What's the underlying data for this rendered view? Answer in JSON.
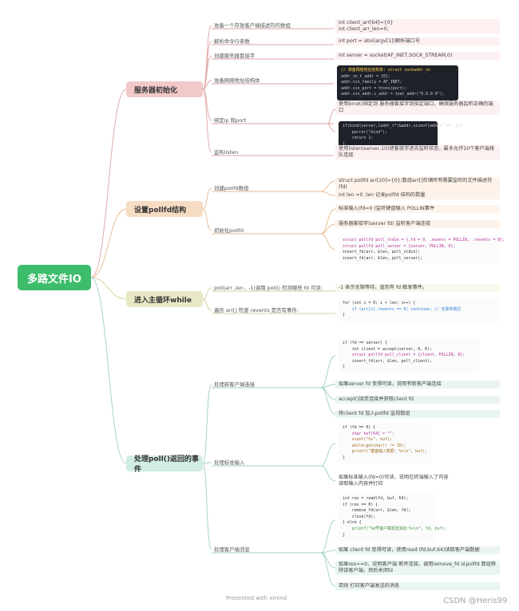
{
  "root": {
    "label": "多路文件IO"
  },
  "sections": {
    "s1": {
      "label": "服务器初始化",
      "items": {
        "arr": {
          "label": "准备一个存放客户端描述符的数组",
          "leaf": "int client_arr[64]={0}\nint client_arr_len=0;"
        },
        "args": {
          "label": "解析命令行参数",
          "leaf": "int port = atoi(argv[1])解析端口号"
        },
        "sock": {
          "label": "创建服务器套接字",
          "leaf": "int server = socket(AF_INET,SOCK_STREAM,0)"
        },
        "addr": {
          "label": "准备网络地址结构体",
          "code_comment": "// 准备网络地址结构体: struct sockaddr_in",
          "code_lines": [
            "addr_in_t addr = {0};",
            "addr.sin_family = AF_INET;",
            "addr.sin_port = htons(port);",
            "addr.sin_addr.s_addr = inet_addr(\"0.0.0.0\");"
          ]
        },
        "bind": {
          "label": "绑定ip 和port",
          "leaf": "使用bind()绑定到 服务器套接字到指定端口，确保服务器监听正确的端口",
          "code_lines": [
            "if(bind(server,(addr_t*)&addr,sizeof(addr)) == -1){",
            "    perror(\"bind\");",
            "    return 1;",
            "}"
          ]
        },
        "listen": {
          "label": "监听listen",
          "leaf": "使用listen(server,10)使套接字进去监听状态，最多允许10个客户端排队连接"
        }
      }
    },
    "s2": {
      "label": "设置pollfd结构",
      "items": {
        "create": {
          "label": "创建pollfd数组",
          "leaf1": "struct pollfd arr[20]={0};数组arr[]存储所有需要监听的文件描述符(fd)",
          "leaf2": "int len =0 ;len 记录pollfd 结构的数量"
        },
        "init": {
          "label": "初始化pollfd",
          "leaf1": "标准输入(fd=0 )监听键盘输入 POLLIN事件",
          "leaf2": "服务器套接字(server fd)  监听客户端连接",
          "code_lines": [
            "struct pollfd poll_stdin = {.fd = 0, .events = POLLIN, .revents = 0};",
            "struct pollfd poll_server = {server, POLLIN, 0};",
            "insert_fd(arr, &len, poll_stdin);",
            "insert_fd(arr, &len, poll_server);"
          ]
        }
      }
    },
    "s3": {
      "label": "进入主循环while",
      "items": {
        "poll": {
          "label": "poll(arr ,len , -1)调用 poll() 检测哪些 fd 可读:",
          "leaf": "-1 表示无限等待，直到有 fd 触发事件。"
        },
        "iter": {
          "label": "遍历 arr[] 检查 revents 是否有事件:",
          "code_lines": [
            "for (int i = 0; i < len; i++) {",
            "    if (arr[i].revents == 0) continue; // 无事件跳过",
            "}"
          ]
        }
      }
    },
    "s4": {
      "label": "处理poll()返回的事件",
      "items": {
        "newc": {
          "label": "处理新客户端连接",
          "code_lines": [
            "if (fd == server) {",
            "    int client = accept(server, 0, 0);",
            "    struct pollfd poll_client = {client, POLLIN, 0};",
            "    insert_fd(arr, &len, poll_client);",
            "}"
          ],
          "leaf1": "如果server  fd 变得可读，说明有新客户端连接",
          "leaf2": "accept()接受连接并获取client fd",
          "leaf3": "将client fd 加入pollfd 监视数组"
        },
        "stdin": {
          "label": "处理标准输入",
          "code_lines": [
            "if (fd == 0) {",
            "    char buf[64] = \"\";",
            "    scanf(\"%s\", buf);",
            "    while(getchar() != 10);",
            "    printf(\"键盘输入数据: %s\\n\", buf);",
            "}"
          ],
          "leaf": "如果标准输入(fd=0)可读，说明在终端输入了内容\n读取输入内容并打印"
        },
        "cmsg": {
          "label": "处理客户端消息",
          "code_lines": [
            "int res = read(fd, buf, 64);",
            "if (res == 0) {",
            "    remove_fd(arr, &len, fd);",
            "    close(fd);",
            "} else {",
            "    printf(\"%d号客户端发送消息:%s\\n\", fd, buf);",
            "}"
          ],
          "leaf1": "如果 client fd 变得可读，使用read (fd,buf,64)读取客户端数据",
          "leaf2": "如果res==0，说明客户端 断开连接，调用remove_fd 从pollfd 数组移除该客户端，然后关闭fd",
          "leaf3": "否则 打印客户端发送的消息"
        }
      }
    }
  },
  "footer": "Presented with xmind",
  "watermark": "CSDN @Heris99",
  "colors": {
    "root": "#3dbd6b",
    "s1": "#f2c9c9",
    "s2": "#f7dcc4",
    "s3": "#e8e8c6",
    "s4": "#d2ece6",
    "l1": "#fcf0f0",
    "l2": "#fdf3ea",
    "l3": "#f7f7ec",
    "l4": "#eaf5f2"
  }
}
